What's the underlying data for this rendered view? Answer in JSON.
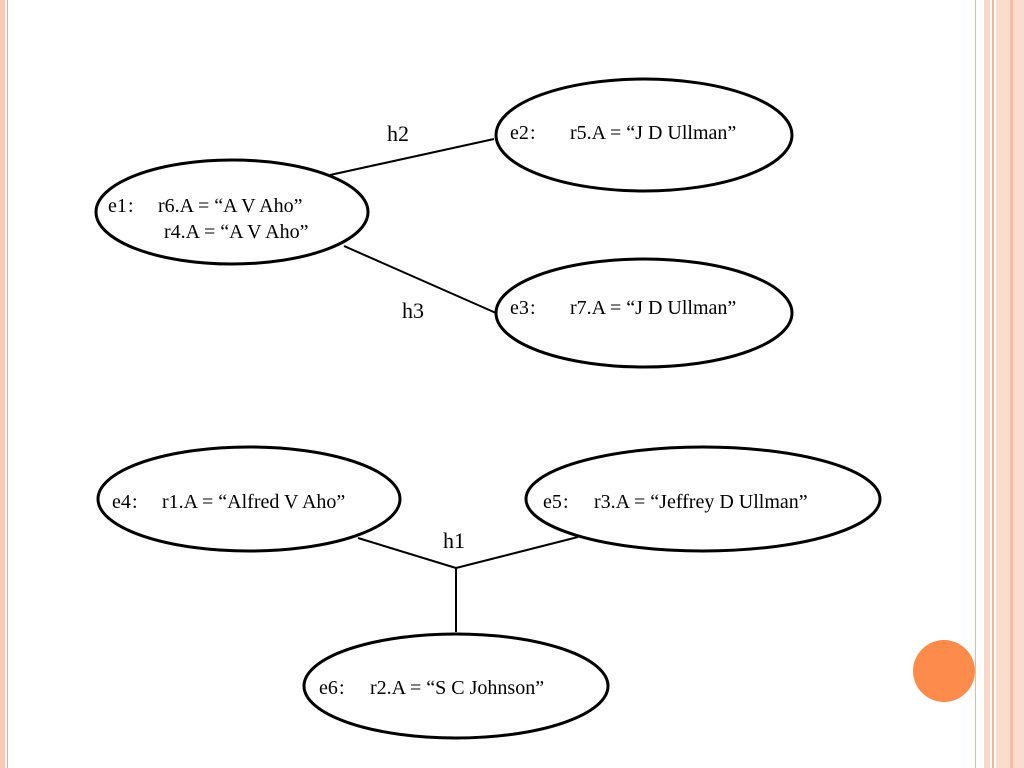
{
  "nodes": {
    "e1": {
      "id": "e1",
      "lines": [
        {
          "ref": "r6",
          "text": ".A = “A V Aho”"
        },
        {
          "ref": "r4",
          "text": ".A = “A V Aho”"
        }
      ]
    },
    "e2": {
      "id": "e2",
      "lines": [
        {
          "ref": "r5",
          "text": ".A = “J D Ullman”"
        }
      ]
    },
    "e3": {
      "id": "e3",
      "lines": [
        {
          "ref": "r7",
          "text": ".A = “J D Ullman”"
        }
      ]
    },
    "e4": {
      "id": "e4",
      "lines": [
        {
          "ref": "r1",
          "text": ".A = “Alfred V Aho”"
        }
      ]
    },
    "e5": {
      "id": "e5",
      "lines": [
        {
          "ref": "r3",
          "text": ".A = “Jeffrey D Ullman”"
        }
      ]
    },
    "e6": {
      "id": "e6",
      "lines": [
        {
          "ref": "r2",
          "text": ".A = “S C Johnson”"
        }
      ]
    }
  },
  "edges": {
    "h1": "h1",
    "h2": "h2",
    "h3": "h3"
  },
  "colors": {
    "accent_dot": "#fd8b4b",
    "border": "#f9c9b3"
  }
}
